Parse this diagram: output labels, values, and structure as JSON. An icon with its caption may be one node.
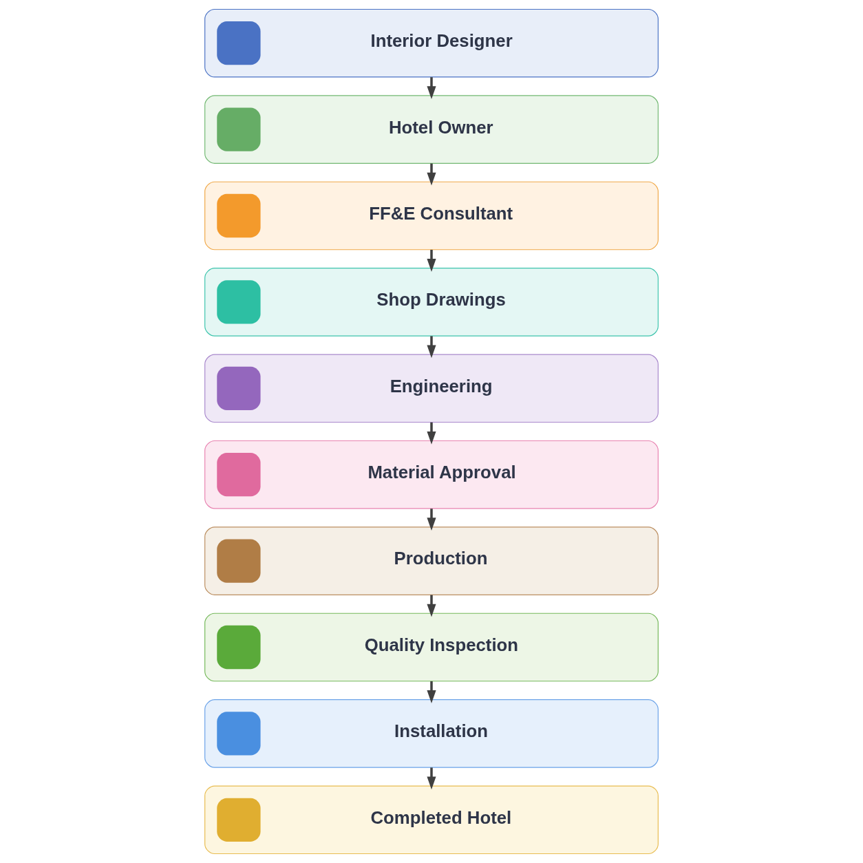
{
  "diagram": {
    "nodes": [
      {
        "text": [
          "Interior Designer"
        ]
      },
      {
        "text": [
          "Hotel Owner"
        ]
      },
      {
        "text": [
          "FF&E Consultant"
        ]
      },
      {
        "text": [
          "Shop Drawings"
        ]
      },
      {
        "text": [
          "Engineering"
        ]
      },
      {
        "text": [
          "Material Approval"
        ]
      },
      {
        "text": [
          "Production"
        ]
      },
      {
        "text": [
          "Quality Inspection"
        ]
      },
      {
        "text": [
          "Installation"
        ]
      },
      {
        "text": [
          "Completed Hotel"
        ]
      }
    ],
    "edges": [
      {
        "from": 0,
        "to": 1,
        "arrow": "to"
      },
      {
        "from": 1,
        "to": 2,
        "arrow": "to"
      },
      {
        "from": 2,
        "to": 3,
        "arrow": "to"
      },
      {
        "from": 3,
        "to": 4,
        "arrow": "to"
      },
      {
        "from": 4,
        "to": 5,
        "arrow": "to"
      },
      {
        "from": 5,
        "to": 6,
        "arrow": "to"
      },
      {
        "from": 6,
        "to": 7,
        "arrow": "to"
      },
      {
        "from": 7,
        "to": 8,
        "arrow": "to"
      },
      {
        "from": 8,
        "to": 9,
        "arrow": "to"
      }
    ]
  }
}
